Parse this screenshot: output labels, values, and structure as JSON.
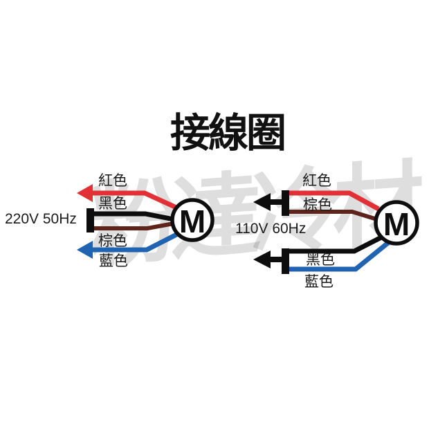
{
  "title": "接線圈",
  "watermark": {
    "text": "粉達冷材"
  },
  "colors": {
    "red": "#e23136",
    "black": "#0d0d0d",
    "brown": "#5e241c",
    "blue": "#2063b0",
    "motor_fill": "#ffffff"
  },
  "left_diagram": {
    "voltage_label": "220V 50Hz",
    "motor_label": "M",
    "wires": [
      {
        "name": "red",
        "label": "紅色"
      },
      {
        "name": "black",
        "label": "黑色"
      },
      {
        "name": "brown",
        "label": "棕色"
      },
      {
        "name": "blue",
        "label": "藍色"
      }
    ]
  },
  "right_diagram": {
    "voltage_label": "110V 60Hz",
    "motor_label": "M",
    "wires": [
      {
        "name": "red",
        "label": "紅色"
      },
      {
        "name": "brown",
        "label": "棕色"
      },
      {
        "name": "black",
        "label": "黑色"
      },
      {
        "name": "blue",
        "label": "藍色"
      }
    ]
  }
}
